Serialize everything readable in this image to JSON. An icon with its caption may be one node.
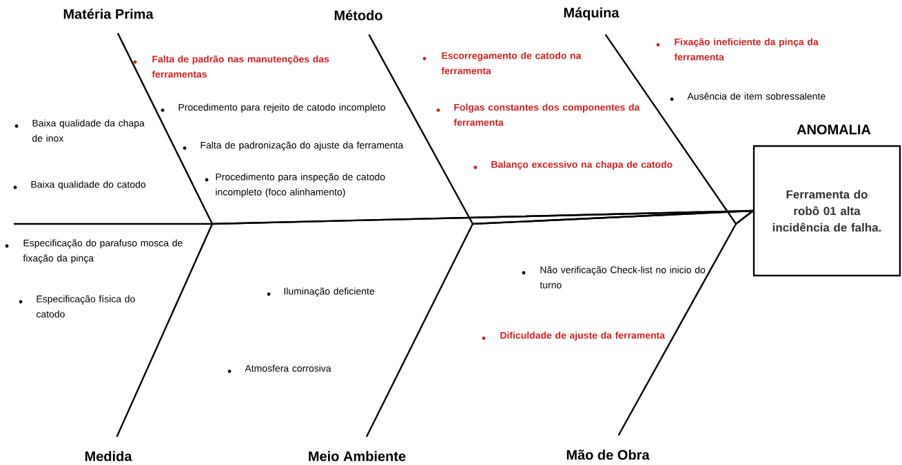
{
  "diagram": {
    "nodes": [
      {
        "text": [
          "Matéria Prima"
        ]
      },
      {
        "text": [
          "Método"
        ]
      },
      {
        "text": [
          "Máquina"
        ]
      },
      {
        "text": [
          "Medida"
        ]
      },
      {
        "text": [
          "Meio Ambiente"
        ]
      },
      {
        "text": [
          "Mão de Obra"
        ]
      },
      {
        "text": [
          "ANOMALIA",
          "Ferramenta do robô 01 alta incidência de falha."
        ]
      }
    ],
    "edges": [
      {
        "from": 0,
        "to": 6,
        "arrow": "none"
      },
      {
        "from": 1,
        "to": 6,
        "arrow": "none"
      },
      {
        "from": 2,
        "to": 6,
        "arrow": "none"
      },
      {
        "from": 3,
        "to": 6,
        "arrow": "none"
      },
      {
        "from": 4,
        "to": 6,
        "arrow": "none"
      },
      {
        "from": 5,
        "to": 6,
        "arrow": "none"
      }
    ],
    "labels": [
      "Falta de padrão nas manutenções das ferramentas",
      "Procedimento para rejeito de catodo incompleto",
      "Baixa qualidade da chapa de inox",
      "Falta de padronização do ajuste da ferramenta",
      "Procedimento para inspeção de catodo incompleto (foco alinhamento)",
      "Baixa qualidade do catodo",
      "Escorregamento de catodo na ferramenta",
      "Folgas constantes dos componentes da ferramenta",
      "Balanço excessivo na chapa de catodo",
      "Fixação ineficiente da pinça da ferramenta",
      "Ausência de item sobressalente",
      "Especificação do parafuso mosca de fixação da pinça",
      "Especificação física do catodo",
      "Iluminação deficiente",
      "Não verificação Check-list no inicio do turno",
      "Dificuldade de ajuste da ferramenta",
      "Atmosfera corrosiva"
    ]
  }
}
